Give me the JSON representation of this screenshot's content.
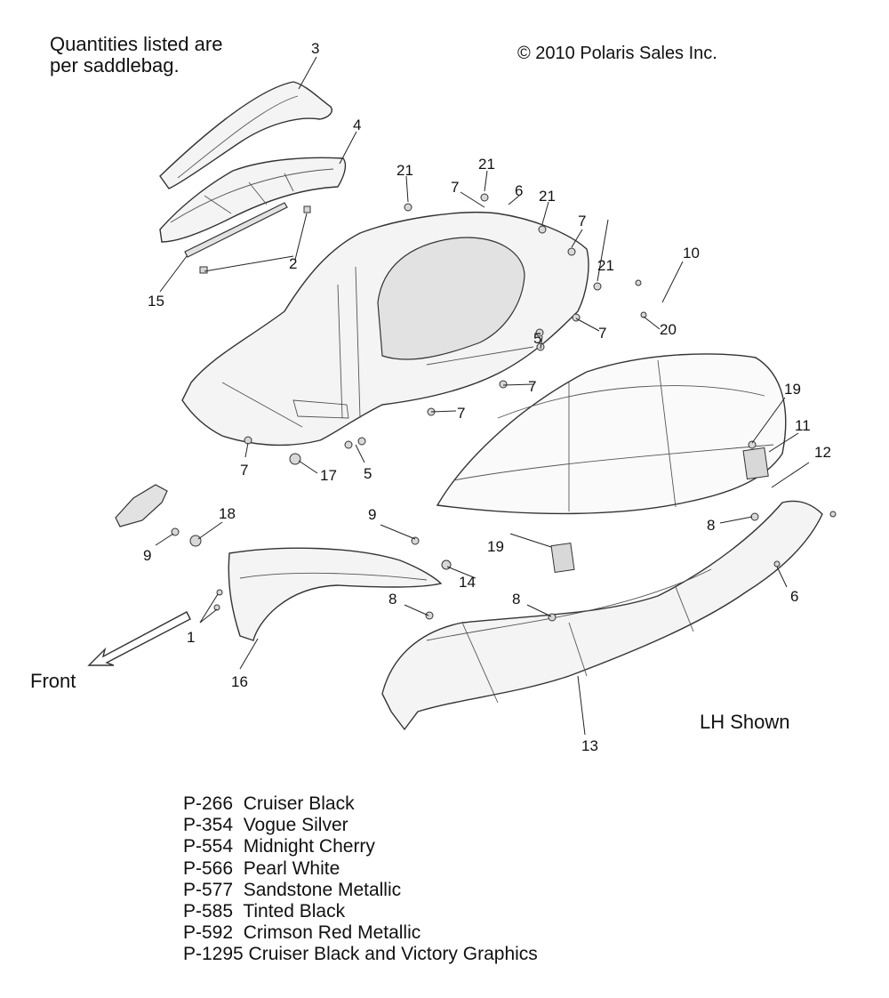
{
  "notes": {
    "quantities_line1": "Quantities listed are",
    "quantities_line2": "per saddlebag.",
    "copyright": "© 2010 Polaris Sales Inc.",
    "front": "Front",
    "side_shown": "LH Shown"
  },
  "callouts": [
    "3",
    "4",
    "21",
    "21",
    "7",
    "6",
    "21",
    "7",
    "21",
    "10",
    "2",
    "15",
    "20",
    "7",
    "5",
    "7",
    "7",
    "19",
    "11",
    "12",
    "7",
    "17",
    "5",
    "18",
    "9",
    "9",
    "19",
    "8",
    "14",
    "6",
    "8",
    "8",
    "1",
    "16",
    "13"
  ],
  "color_codes": [
    "P-266  Cruiser Black",
    "P-354  Vogue Silver",
    "P-554  Midnight Cherry",
    "P-566  Pearl White",
    "P-577  Sandstone Metallic",
    "P-585  Tinted Black",
    "P-592  Crimson Red Metallic",
    "P-1295 Cruiser Black and Victory Graphics"
  ]
}
